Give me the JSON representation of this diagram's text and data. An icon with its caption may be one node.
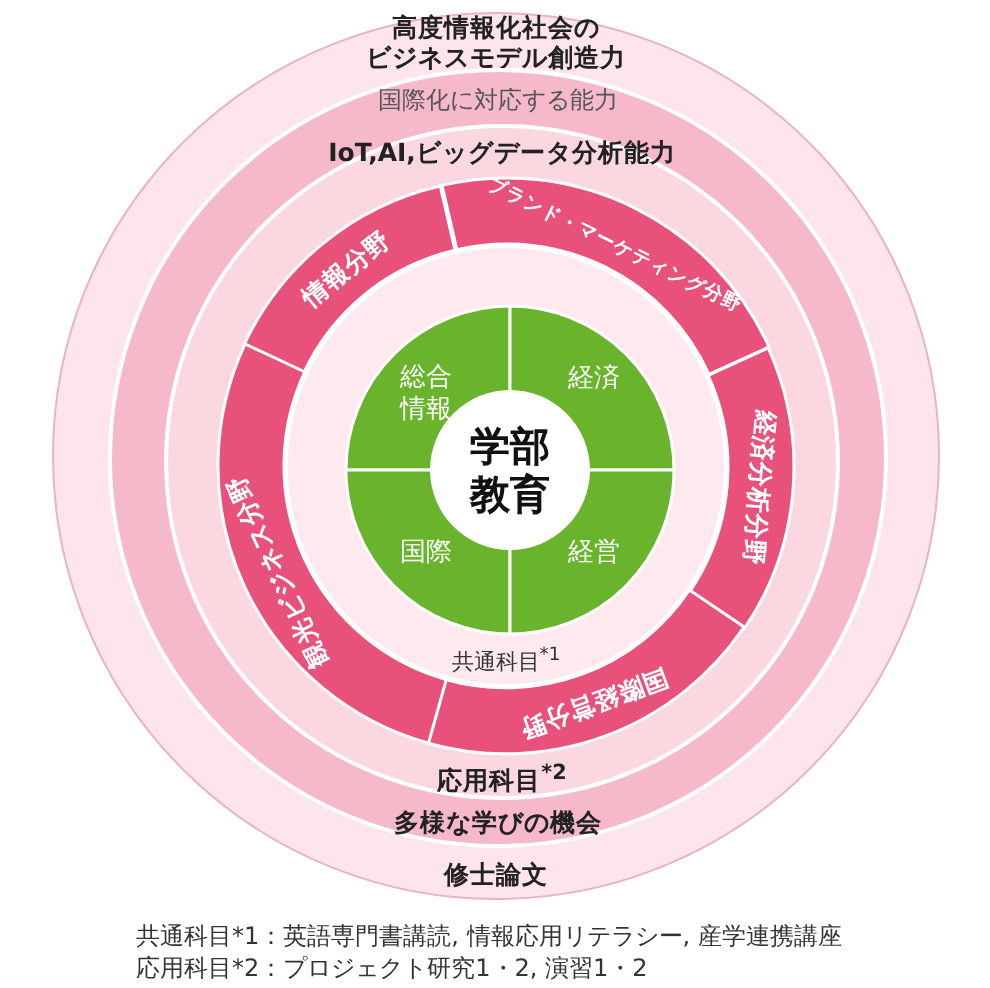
{
  "diagram": {
    "nodes": [
      {
        "text": [
          "高度情報化社会のビジネスモデル創造力",
          "修士論文"
        ]
      },
      {
        "text": [
          "国際化に対応する能力",
          "多様な学びの機会"
        ],
        "in": 0
      },
      {
        "text": [
          "IoT,AI,ビッグデータ分析能力",
          "応用科目$^{*2}$"
        ],
        "in": 1
      },
      {
        "text": [
          "情報分野"
        ],
        "in": 2
      },
      {
        "text": [
          "ブランド・マーケティング分野"
        ],
        "in": 2
      },
      {
        "text": [
          "経済分析分野"
        ],
        "in": 2
      },
      {
        "text": [
          "国際経営分野"
        ],
        "in": 2
      },
      {
        "text": [
          "観光ビジネス分野"
        ],
        "in": 2
      },
      {
        "text": [
          "共通科目$^{*1}$"
        ],
        "in": 2
      },
      {
        "text": [
          "総合情報"
        ],
        "in": 8
      },
      {
        "text": [
          "経済"
        ],
        "in": 8
      },
      {
        "text": [
          "国際"
        ],
        "in": 8
      },
      {
        "text": [
          "経営"
        ],
        "in": 8
      },
      {
        "text": [
          "学部教育"
        ],
        "in": 8
      }
    ],
    "edges": [],
    "labels": [
      "共通科目*1：英語専門書講読, 情報応用リテラシー, 産学連携講座",
      "応用科目*2：プロジェクト研究1・2, 演習1・2"
    ]
  }
}
